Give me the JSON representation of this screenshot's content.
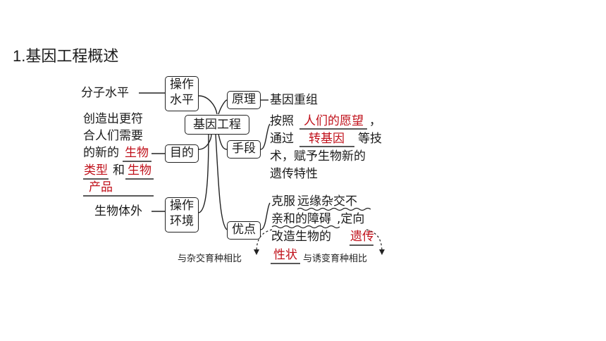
{
  "title": "1.基因工程概述",
  "center": "基因工程",
  "left": {
    "level_box": [
      "操作",
      "水平"
    ],
    "level_text": "分子水平",
    "purpose_box": "目的",
    "purpose_lines": [
      "创造出更符",
      "合人们需要",
      "的新的"
    ],
    "purpose_fill1": "生物",
    "purpose_fill2": "类型",
    "purpose_and": "和",
    "purpose_fill3": "生物",
    "purpose_fill4": "产品",
    "env_box": [
      "操作",
      "环境"
    ],
    "env_text": "生物体外"
  },
  "right": {
    "principle_box": "原理",
    "principle_text": "基因重组",
    "means_box": "手段",
    "means_l1a": "按照",
    "means_fill1": "人们的愿望",
    "means_l1b": "，",
    "means_l2a": "通过",
    "means_fill2": "转基因",
    "means_l2b": "等技",
    "means_l3": "术，赋予生物新的",
    "means_l4": "遗传特性",
    "adv_box": "优点",
    "adv_l1a": "克服",
    "adv_l1u": "远缘杂交不",
    "adv_l2u": "亲和的障碍",
    "adv_l2b": ",定向",
    "adv_l3a": "改造生物的",
    "adv_fill1": "遗传",
    "adv_fill2": "性状",
    "note_left": "与杂交育种相比",
    "note_right": "与诱变育种相比"
  }
}
